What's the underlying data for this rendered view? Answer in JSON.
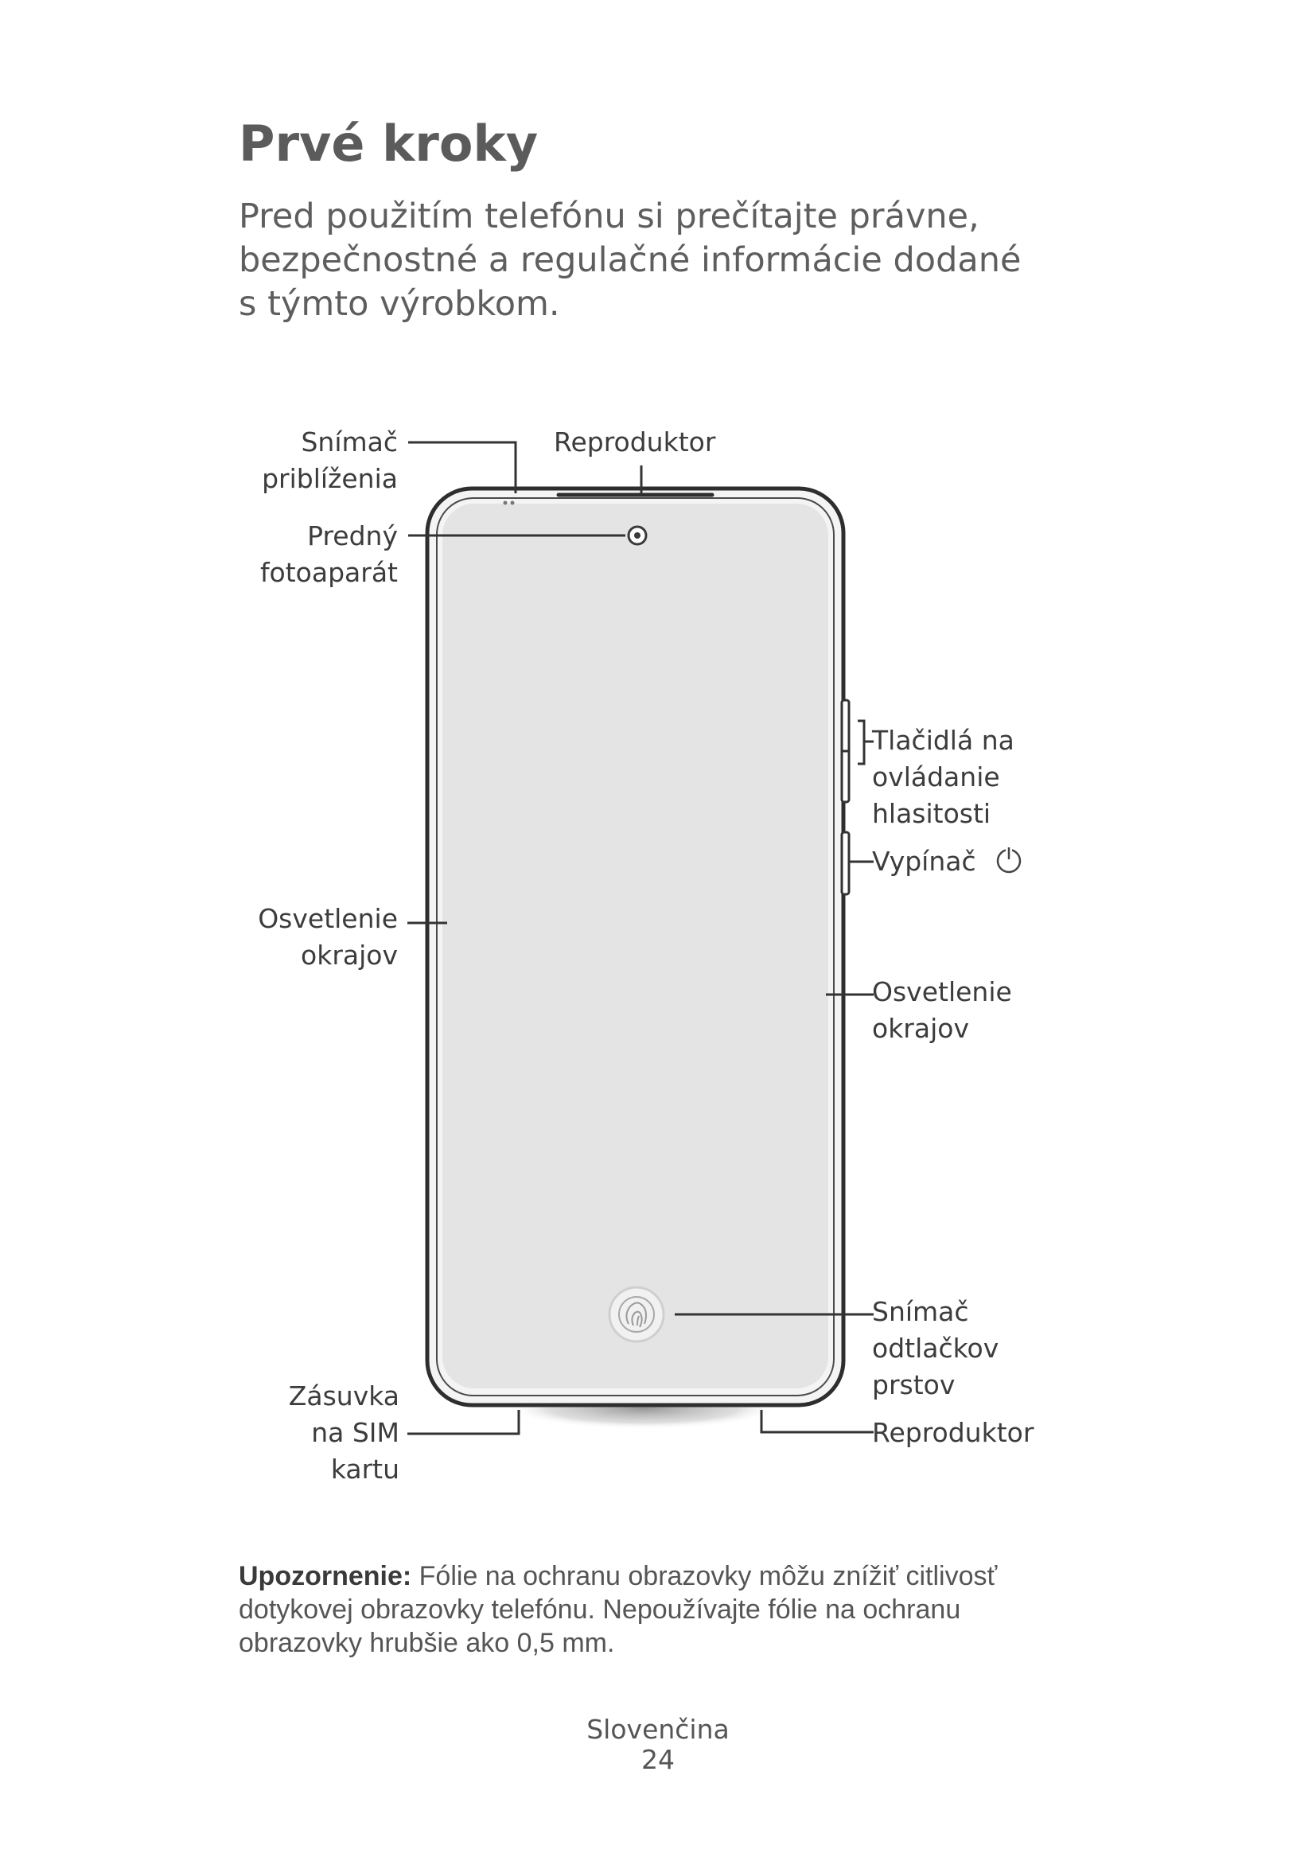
{
  "title": "Prvé kroky",
  "intro_lines": [
    "Pred použitím telefónu si prečítajte právne,",
    "bezpečnostné a regulačné informácie dodané",
    "s týmto výrobkom."
  ],
  "labels": {
    "proximity_sensor": [
      "Snímač",
      "priblíženia"
    ],
    "top_speaker": "Reproduktor",
    "front_camera": [
      "Predný",
      "fotoaparát"
    ],
    "volume_keys": [
      "Tlačidlá na",
      "ovládanie",
      "hlasitosti"
    ],
    "power_key": "Vypínač",
    "edge_lighting_left": [
      "Osvetlenie",
      "okrajov"
    ],
    "edge_lighting_right": [
      "Osvetlenie",
      "okrajov"
    ],
    "fingerprint_sensor": [
      "Snímač",
      "odtlačkov",
      "prstov"
    ],
    "sim_tray": [
      "Zásuvka",
      "na SIM",
      "kartu"
    ],
    "bottom_speaker": "Reproduktor"
  },
  "note": {
    "label": "Upozornenie:",
    "lines": [
      " Fólie na ochranu obrazovky môžu znížiť citlivosť",
      "dotykovej obrazovky telefónu. Nepoužívajte fólie na ochranu",
      "obrazovky hrubšie ako 0,5 mm."
    ]
  },
  "footer": {
    "language": "Slovenčina",
    "page_number": "24"
  }
}
